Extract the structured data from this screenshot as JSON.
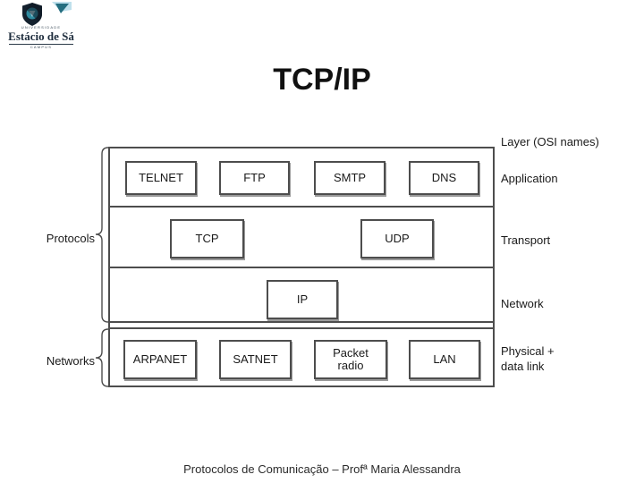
{
  "slide": {
    "title": "TCP/IP",
    "footer": "Protocolos de Comunicação – Profª Maria Alessandra"
  },
  "logo": {
    "university_small_text": "UNIVERSIDADE",
    "university_name": "Estácio de Sá",
    "campus_small_text": "CAMPUS",
    "colors": {
      "navy": "#14212e",
      "teal": "#2f8ba0",
      "light_blue": "#bfe0ec"
    }
  },
  "diagram": {
    "corner_label": "Layer (OSI names)",
    "left_labels": [
      "Protocols",
      "Networks"
    ],
    "layers": [
      {
        "name": "Application",
        "boxes": [
          "TELNET",
          "FTP",
          "SMTP",
          "DNS"
        ]
      },
      {
        "name": "Transport",
        "boxes": [
          "TCP",
          "UDP"
        ]
      },
      {
        "name": "Network",
        "boxes": [
          "IP"
        ]
      },
      {
        "name": "Physical +\ndata link",
        "boxes": [
          "ARPANET",
          "SATNET",
          "Packet radio",
          "LAN"
        ]
      }
    ],
    "line_color": "#4d4d4d"
  }
}
